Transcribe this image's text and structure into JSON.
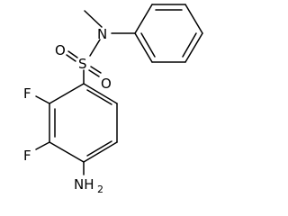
{
  "molecule": {
    "atoms": {
      "sulfur": "S",
      "nitrogen": "N",
      "oxygen_top": "O",
      "oxygen_bottom": "O",
      "fluorine_upper": "F",
      "fluorine_lower": "F",
      "amine_main": "NH",
      "amine_subscript": "2"
    }
  }
}
